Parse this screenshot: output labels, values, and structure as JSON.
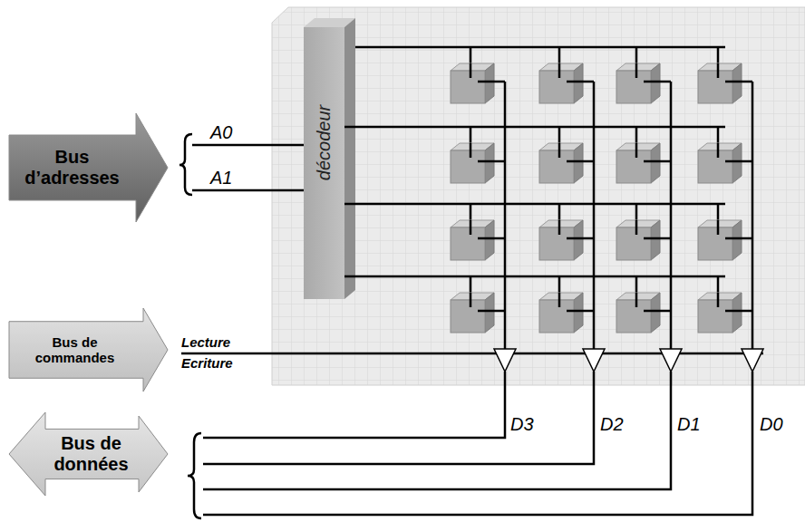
{
  "diagram": {
    "nodes": [
      {
        "text": [
          "Bus d’adresses"
        ]
      },
      {
        "text": [
          "décodeur"
        ]
      },
      {
        "text": [
          "Bus de commandes"
        ]
      },
      {
        "text": [
          "Bus de données"
        ]
      }
    ],
    "labels": [
      "A0",
      "A1",
      "Lecture",
      "Ecriture",
      "D3",
      "D2",
      "D1",
      "D0"
    ]
  }
}
